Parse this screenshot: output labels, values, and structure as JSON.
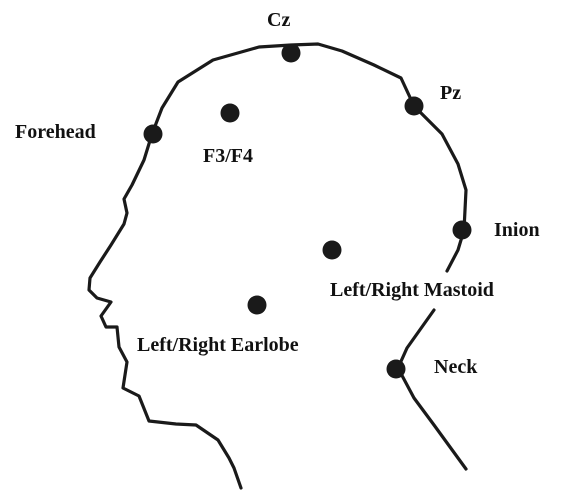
{
  "diagram": {
    "colors": {
      "ink": "#1a1a1a",
      "background": "#ffffff"
    },
    "labels": {
      "cz": "Cz",
      "pz": "Pz",
      "forehead": "Forehead",
      "f3f4": "F3/F4",
      "inion": "Inion",
      "mastoid": "Left/Right Mastoid",
      "earlobe": "Left/Right Earlobe",
      "neck": "Neck"
    }
  }
}
